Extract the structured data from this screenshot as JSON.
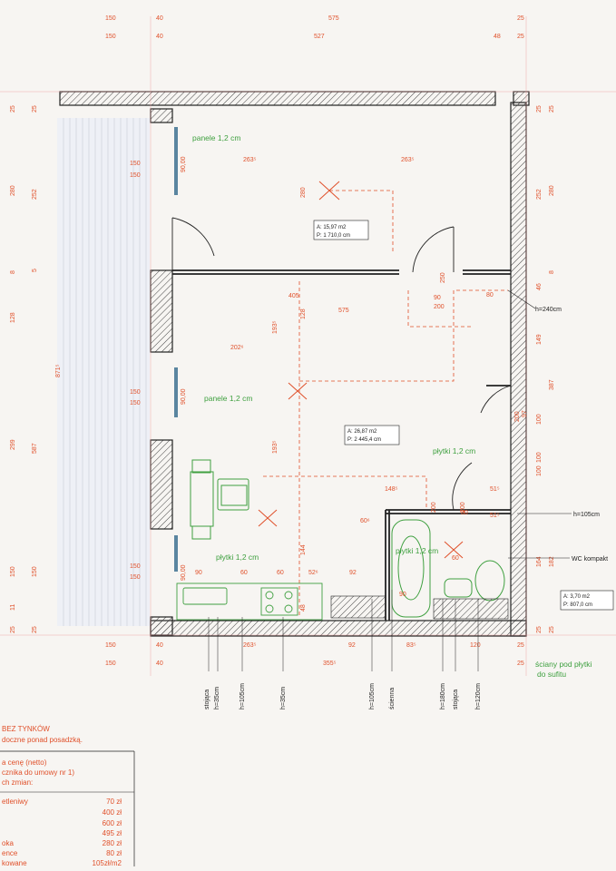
{
  "dims": {
    "top_row1": [
      "150",
      "40",
      "575",
      "25"
    ],
    "top_row2": [
      "150",
      "40",
      "527",
      "48",
      "25"
    ],
    "bottom_row1": [
      "150",
      "40",
      "263⁵",
      "92",
      "83⁵",
      "120",
      "25"
    ],
    "bottom_row2": [
      "150",
      "40",
      "355⁵",
      "25"
    ],
    "left_outer": [
      "25",
      "280",
      "8",
      "128",
      "299",
      "150",
      "11",
      "25"
    ],
    "left_inner": [
      "25",
      "252",
      "5",
      "587",
      "871⁵",
      "150",
      "25"
    ],
    "right_outer": [
      "25",
      "280",
      "8",
      "149",
      "387",
      "100",
      "182",
      "25"
    ],
    "right_inner": [
      "25",
      "252",
      "46",
      "100",
      "164",
      "25"
    ],
    "misc": [
      "150",
      "150",
      "90,00",
      "263⁵",
      "263⁵",
      "280",
      "405",
      "575",
      "128",
      "193⁵",
      "202⁶",
      "90",
      "200",
      "80",
      "250",
      "150",
      "150",
      "90,00",
      "193⁵",
      "144",
      "48",
      "90",
      "60",
      "60",
      "52⁶",
      "92",
      "60⁶",
      "148⁵",
      "51⁵",
      "150",
      "150",
      "90,00",
      "97",
      "200",
      "100",
      "80",
      "200",
      "200",
      "90",
      "51⁵",
      "60"
    ]
  },
  "rooms": {
    "room1": {
      "label": "panele 1,2 cm",
      "area": "A: 15,97 m2",
      "perimeter": "P: 1 710,0 cm"
    },
    "room2": {
      "label": "panele 1,2 cm",
      "area": "A: 26,87 m2",
      "perimeter": "P: 2 445,4 cm"
    },
    "hall_tiles": "płytki 1,2 cm",
    "kitchen_tiles": "płytki 1,2 cm",
    "bath": {
      "label": "płytki 1,2 cm",
      "area": "A: 3,70 m2",
      "perimeter": "P: 807,0 cm"
    }
  },
  "annotations": {
    "h240": "h=240cm",
    "h105": "h=105cm",
    "wc": "WC kompakt",
    "walls_tiles": "ściany pod płytki",
    "to_ceiling": "do sufitu"
  },
  "vertical_labels": [
    "stojąca",
    "h=35cm",
    "h=105cm",
    "h=35cm",
    "h=105cm",
    "ścienna",
    "h=180cm",
    "stojąca",
    "h=120cm"
  ],
  "table": {
    "heading": "BEZ TYNKÓW",
    "subheading": "doczne ponad posadzką.",
    "note1": "a cenę (netto)",
    "note2": "cznika do umowy nr 1)",
    "note3": "ch zmian:",
    "rows": [
      {
        "label": "etleniwy",
        "price": "70 zł"
      },
      {
        "label": "",
        "price": "400 zł"
      },
      {
        "label": "",
        "price": "600 zł"
      },
      {
        "label": "",
        "price": "495 zł"
      },
      {
        "label": "oka",
        "price": "280 zł"
      },
      {
        "label": "ence",
        "price": "80 zł"
      },
      {
        "label": "kowane",
        "price": "105zł/m2"
      }
    ]
  }
}
